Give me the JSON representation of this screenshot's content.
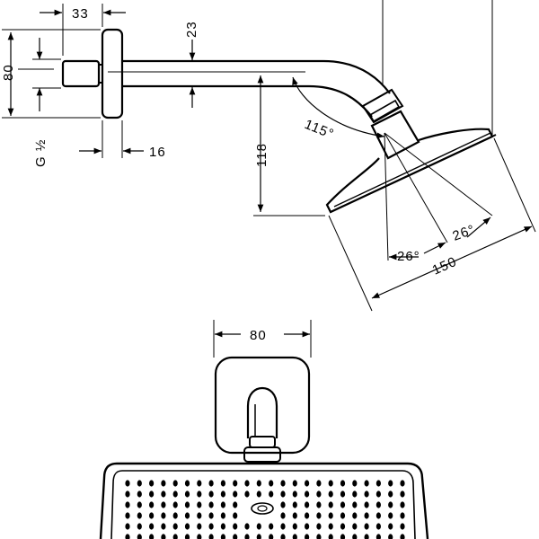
{
  "drawing": {
    "dimensions": {
      "d33": "33",
      "d23": "23",
      "d80_side": "80",
      "d115": "115°",
      "d118": "118",
      "thread": "G ½",
      "d16": "16",
      "d26_left": "26°",
      "d26_right": "26°",
      "d150": "150",
      "d80_front": "80"
    },
    "colors": {
      "line": "#000000",
      "background": "#ffffff"
    },
    "icons": [
      "shower-head-side-view",
      "shower-head-front-view"
    ]
  }
}
